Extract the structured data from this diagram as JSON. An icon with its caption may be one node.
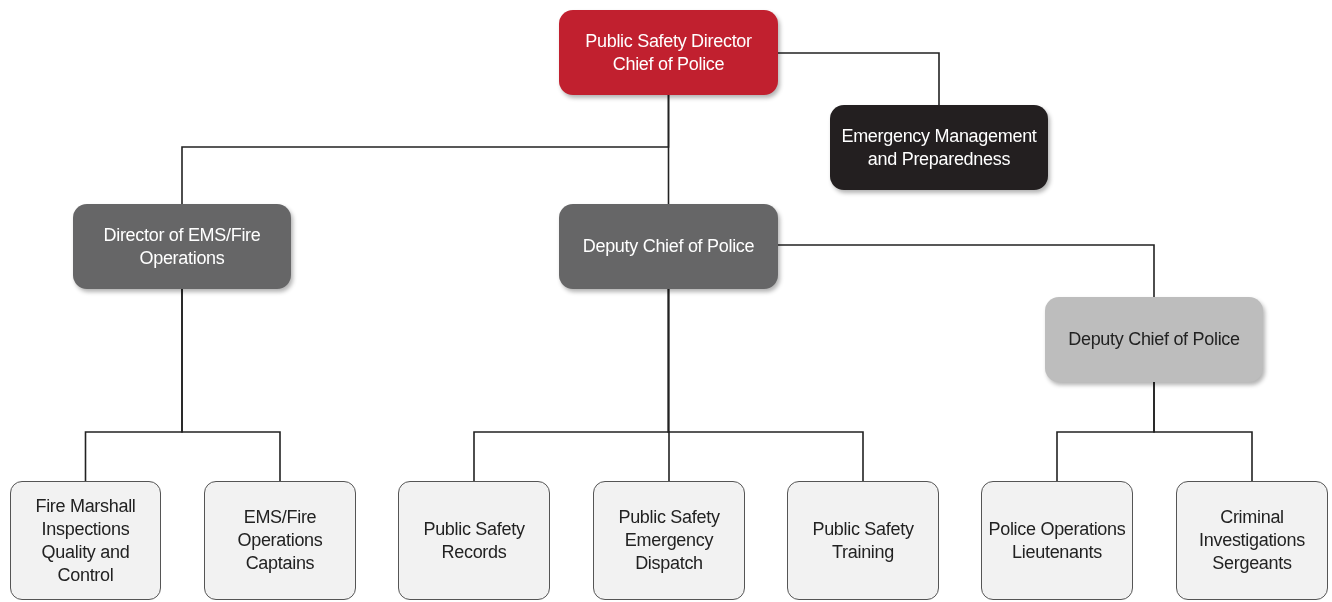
{
  "diagram": {
    "nodes": [
      {
        "text": [
          "Public Safety Director",
          "Chief of Police"
        ]
      },
      {
        "text": [
          "Emergency Management and Preparedness"
        ]
      },
      {
        "text": [
          "Director of EMS/Fire Operations"
        ]
      },
      {
        "text": [
          "Deputy Chief of Police"
        ]
      },
      {
        "text": [
          "Deputy Chief of Police"
        ]
      },
      {
        "text": [
          "Fire Marshall Inspections Quality and Control"
        ]
      },
      {
        "text": [
          "EMS/Fire Operations Captains"
        ]
      },
      {
        "text": [
          "Public Safety Records"
        ]
      },
      {
        "text": [
          "Public Safety Emergency Dispatch"
        ]
      },
      {
        "text": [
          "Public Safety Training"
        ]
      },
      {
        "text": [
          "Police Operations Lieutenants"
        ]
      },
      {
        "text": [
          "Criminal Investigations Sergeants"
        ]
      }
    ],
    "edges": [
      {
        "from": 0,
        "to": 1,
        "arrow": "none"
      },
      {
        "from": 0,
        "to": 2,
        "arrow": "none"
      },
      {
        "from": 0,
        "to": 3,
        "arrow": "none"
      },
      {
        "from": 3,
        "to": 4,
        "arrow": "none"
      },
      {
        "from": 2,
        "to": 5,
        "arrow": "none"
      },
      {
        "from": 2,
        "to": 6,
        "arrow": "none"
      },
      {
        "from": 3,
        "to": 7,
        "arrow": "none"
      },
      {
        "from": 3,
        "to": 8,
        "arrow": "none"
      },
      {
        "from": 3,
        "to": 9,
        "arrow": "none"
      },
      {
        "from": 4,
        "to": 10,
        "arrow": "none"
      },
      {
        "from": 4,
        "to": 11,
        "arrow": "none"
      }
    ]
  }
}
